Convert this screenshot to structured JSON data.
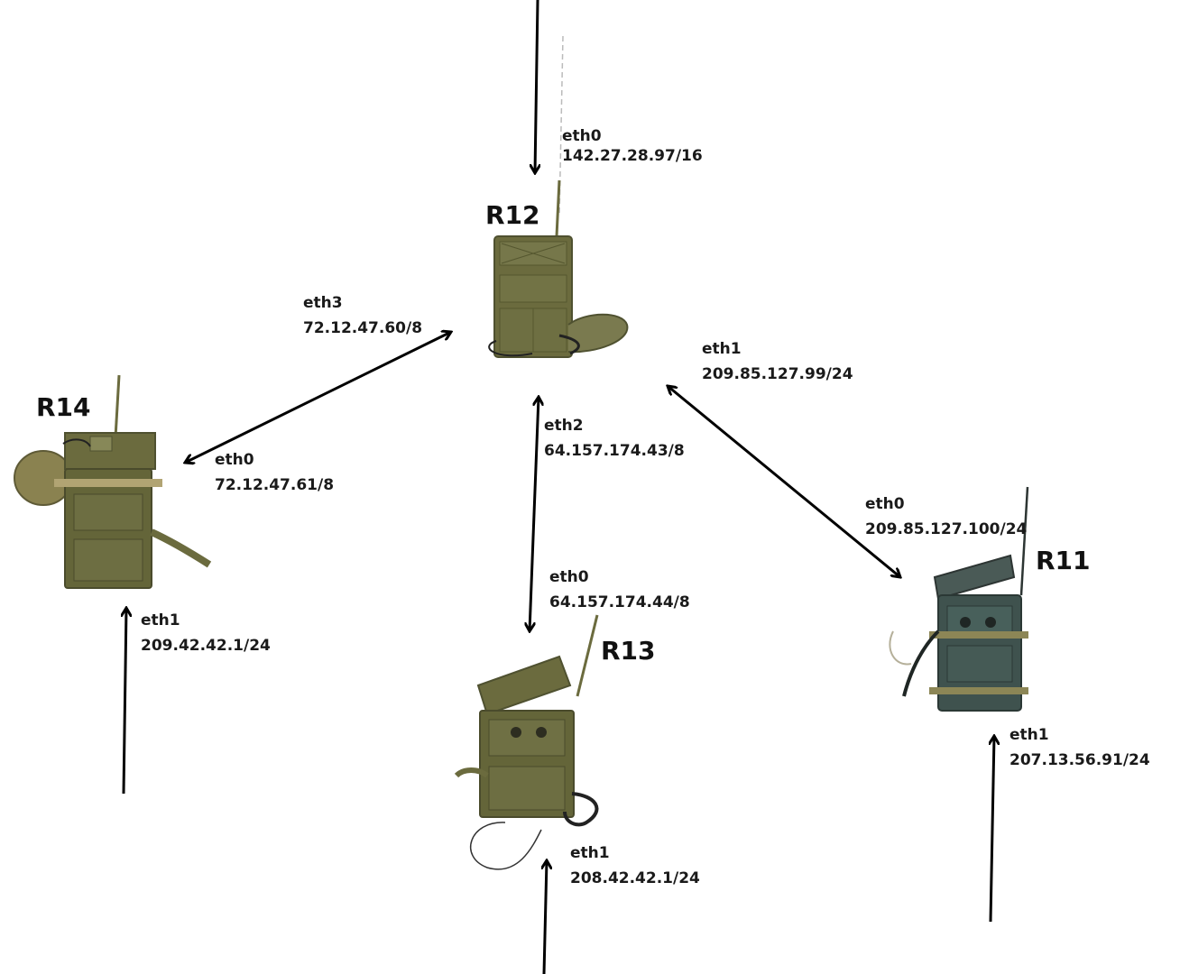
{
  "routers": {
    "r12": {
      "name": "R12"
    },
    "r14": {
      "name": "R14"
    },
    "r13": {
      "name": "R13"
    },
    "r11": {
      "name": "R11"
    }
  },
  "interfaces": {
    "r12_eth0": {
      "name": "eth0",
      "ip": "142.27.28.97/16"
    },
    "r12_eth3": {
      "name": "eth3",
      "ip": "72.12.47.60/8"
    },
    "r12_eth1": {
      "name": "eth1",
      "ip": "209.85.127.99/24"
    },
    "r12_eth2": {
      "name": "eth2",
      "ip": "64.157.174.43/8"
    },
    "r14_eth0": {
      "name": "eth0",
      "ip": "72.12.47.61/8"
    },
    "r14_eth1": {
      "name": "eth1",
      "ip": "209.42.42.1/24"
    },
    "r13_eth0": {
      "name": "eth0",
      "ip": "64.157.174.44/8"
    },
    "r13_eth1": {
      "name": "eth1",
      "ip": "208.42.42.1/24"
    },
    "r11_eth0": {
      "name": "eth0",
      "ip": "209.85.127.100/24"
    },
    "r11_eth1": {
      "name": "eth1",
      "ip": "207.13.56.91/24"
    }
  },
  "colors": {
    "arrow": "#000000",
    "radio_body": "#6b6b3e",
    "radio_dark": "#4f5130",
    "radio_teal": "#3f524e"
  }
}
